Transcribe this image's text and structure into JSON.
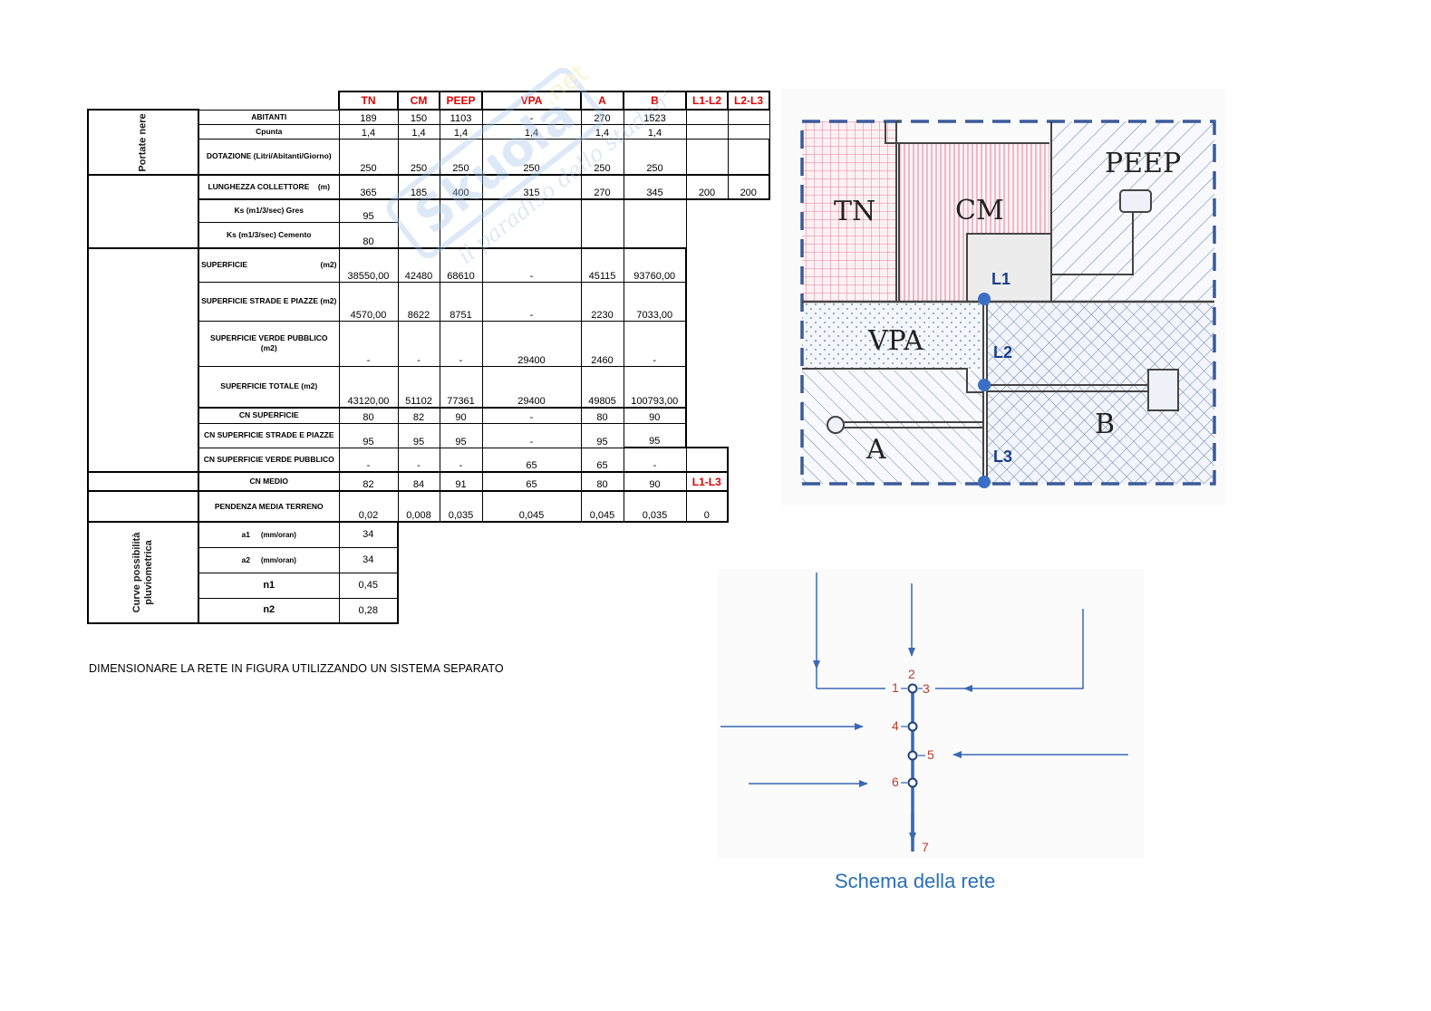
{
  "table": {
    "columns": [
      "TN",
      "CM",
      "PEEP",
      "VPA",
      "A",
      "B",
      "L1-L2",
      "L2-L3"
    ],
    "groups": {
      "portate_nere": "Portate nere",
      "curve": "Curve possibilità pluviometrica"
    },
    "labels": {
      "abitanti": "ABITANTI",
      "cpunta": "Cpunta",
      "dotazione": "DOTAZIONE (Litri/Abitanti/Giorno)",
      "lunghezza": "LUNGHEZZA COLLETTORE",
      "lunghezza_unit": "(m)",
      "ks_gres": "Ks (m1/3/sec) Gres",
      "ks_cemento": "Ks (m1/3/sec) Cemento",
      "superficie": "SUPERFICIE",
      "superficie_unit": "(m2)",
      "sup_strade": "SUPERFICIE STRADE E PIAZZE (m2)",
      "sup_verde": "SUPERFICIE VERDE PUBBLICO (m2)",
      "sup_totale": "SUPERFICIE TOTALE (m2)",
      "cn_superficie": "CN SUPERFICIE",
      "cn_strade": "CN SUPERFICIE STRADE E PIAZZE",
      "cn_verde": "CN SUPERFICIE VERDE PUBBLICO",
      "cn_medio": "CN MEDIO",
      "pendenza": "PENDENZA MEDIA TERRENO",
      "a1": "a1",
      "a1_unit": "(mm/oran)",
      "a2": "a2",
      "a2_unit": "(mm/oran)",
      "n1": "n1",
      "n2": "n2"
    },
    "rows": {
      "abitanti": [
        "189",
        "150",
        "1103",
        "-",
        "270",
        "1523",
        "",
        ""
      ],
      "cpunta": [
        "1,4",
        "1,4",
        "1,4",
        "1,4",
        "1,4",
        "1,4",
        "",
        ""
      ],
      "dotazione": [
        "250",
        "250",
        "250",
        "250",
        "250",
        "250",
        "",
        ""
      ],
      "lunghezza": [
        "365",
        "185",
        "400",
        "315",
        "270",
        "345",
        "200",
        "200"
      ],
      "ks_gres": "95",
      "ks_cemento": "80",
      "superficie": [
        "38550,00",
        "42480",
        "68610",
        "-",
        "45115",
        "93760,00"
      ],
      "sup_strade": [
        "4570,00",
        "8622",
        "8751",
        "-",
        "2230",
        "7033,00"
      ],
      "sup_verde": [
        "-",
        "-",
        "-",
        "29400",
        "2460",
        "-"
      ],
      "sup_totale": [
        "43120,00",
        "51102",
        "77361",
        "29400",
        "49805",
        "100793,00"
      ],
      "cn_superficie": [
        "80",
        "82",
        "90",
        "-",
        "80",
        "90"
      ],
      "cn_strade": [
        "95",
        "95",
        "95",
        "-",
        "95",
        "95"
      ],
      "cn_verde": [
        "-",
        "-",
        "-",
        "65",
        "65",
        "-"
      ],
      "cn_medio": [
        "82",
        "84",
        "91",
        "65",
        "80",
        "90"
      ],
      "cn_medio_extra_header": "L1-L3",
      "pendenza": [
        "0,02",
        "0,008",
        "0,035",
        "0,045",
        "0,045",
        "0,035",
        "0"
      ],
      "a1": "34",
      "a2": "34",
      "n1": "0,45",
      "n2": "0,28"
    }
  },
  "instruction": "DIMENSIONARE LA RETE IN FIGURA UTILIZZANDO UN SISTEMA SEPARATO",
  "watermark": {
    "brand": "Skuola.net",
    "tagline": "il paradiso dello studente"
  },
  "map": {
    "zones": {
      "tn": "TN",
      "cm": "CM",
      "peep": "PEEP",
      "vpa": "VPA",
      "a": "A",
      "b": "B"
    },
    "nodes": {
      "l1": "L1",
      "l2": "L2",
      "l3": "L3"
    },
    "colors": {
      "node": "#3a6fc4",
      "node_label": "#1b3f8b",
      "boundary": "#3a5a9a",
      "pink": "#e07f98",
      "hatch": "#6a7fb0"
    }
  },
  "schema": {
    "nodes": [
      "1",
      "2",
      "3",
      "4",
      "5",
      "6",
      "7"
    ],
    "caption": "Schema della rete",
    "colors": {
      "line": "#3a68b6",
      "number": "#c0392b",
      "caption": "#2a6fb5"
    }
  }
}
